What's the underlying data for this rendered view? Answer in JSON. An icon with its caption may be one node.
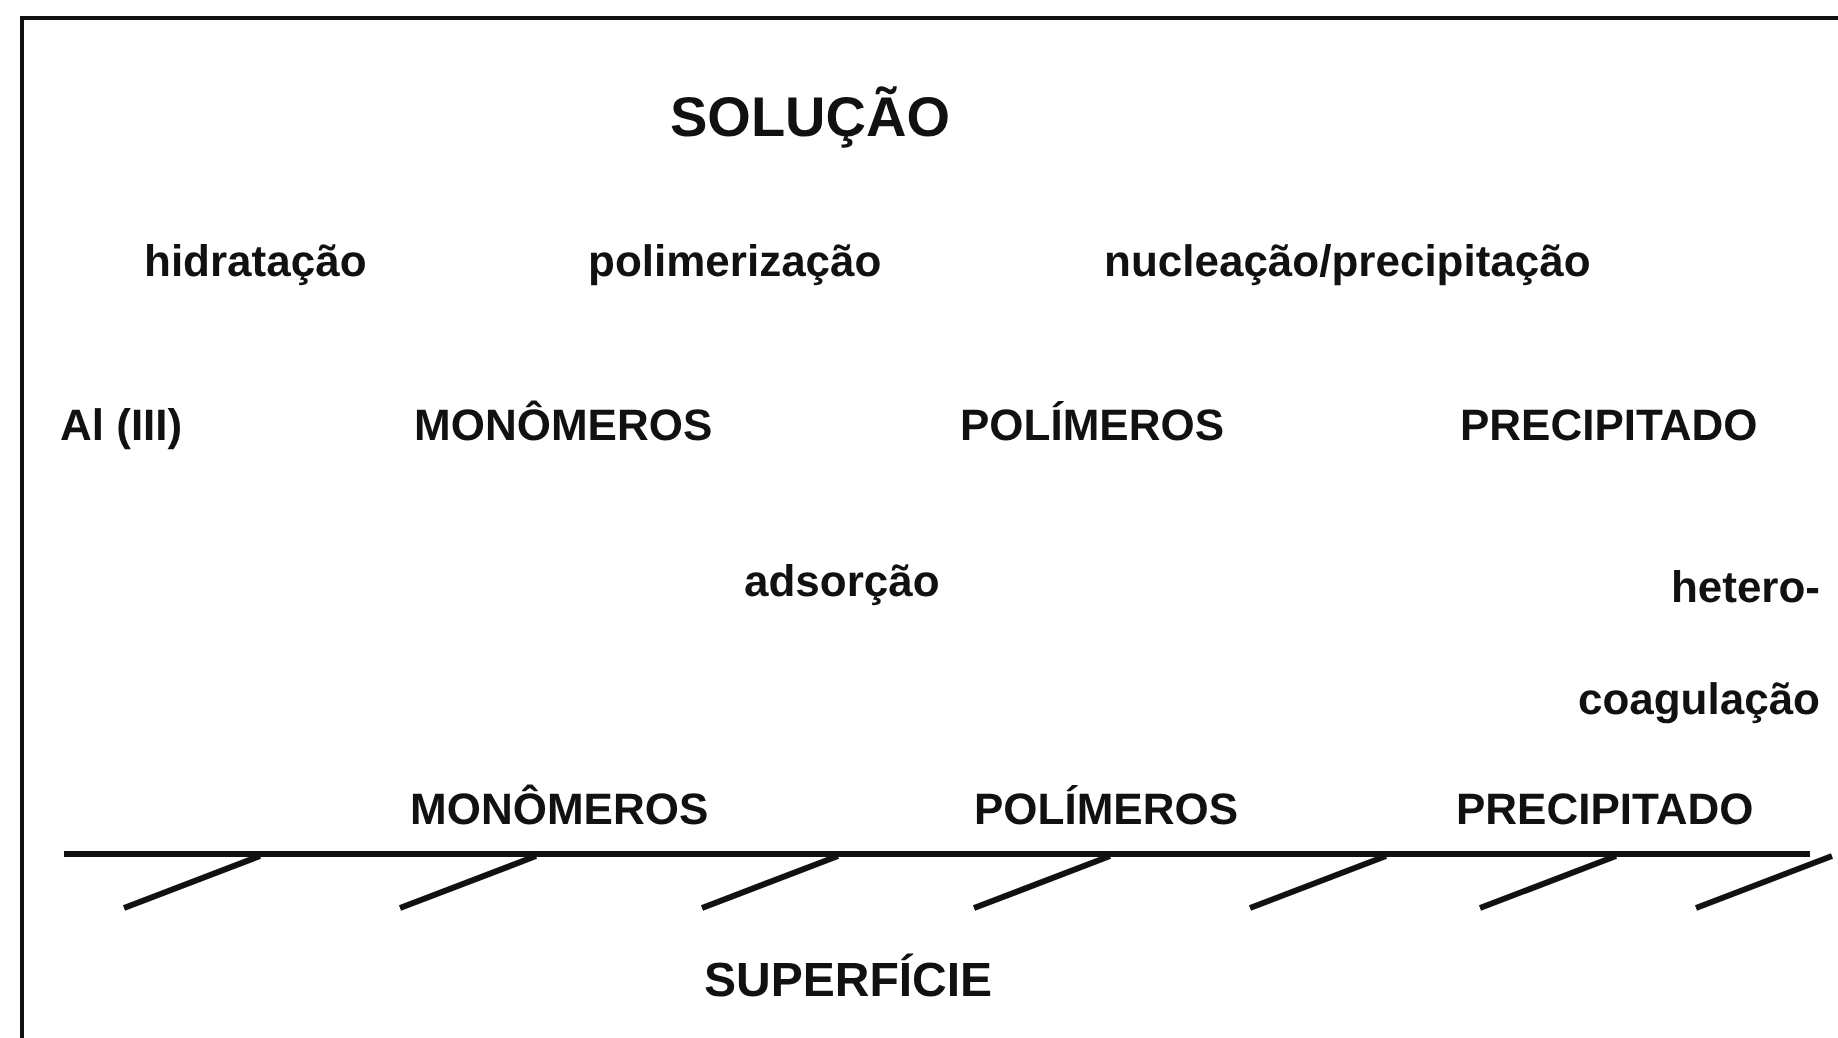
{
  "diagram": {
    "title": "SOLUÇÃO",
    "labels": [
      "hidratação",
      "polimerização",
      "nucleação/precipitação",
      "Al (III)",
      "MONÔMEROS",
      "POLÍMEROS",
      "PRECIPITADO",
      "adsorção",
      "hetero- coagulação",
      "MONÔMEROS",
      "POLÍMEROS",
      "PRECIPITADO",
      "SUPERFÍCIE"
    ]
  }
}
